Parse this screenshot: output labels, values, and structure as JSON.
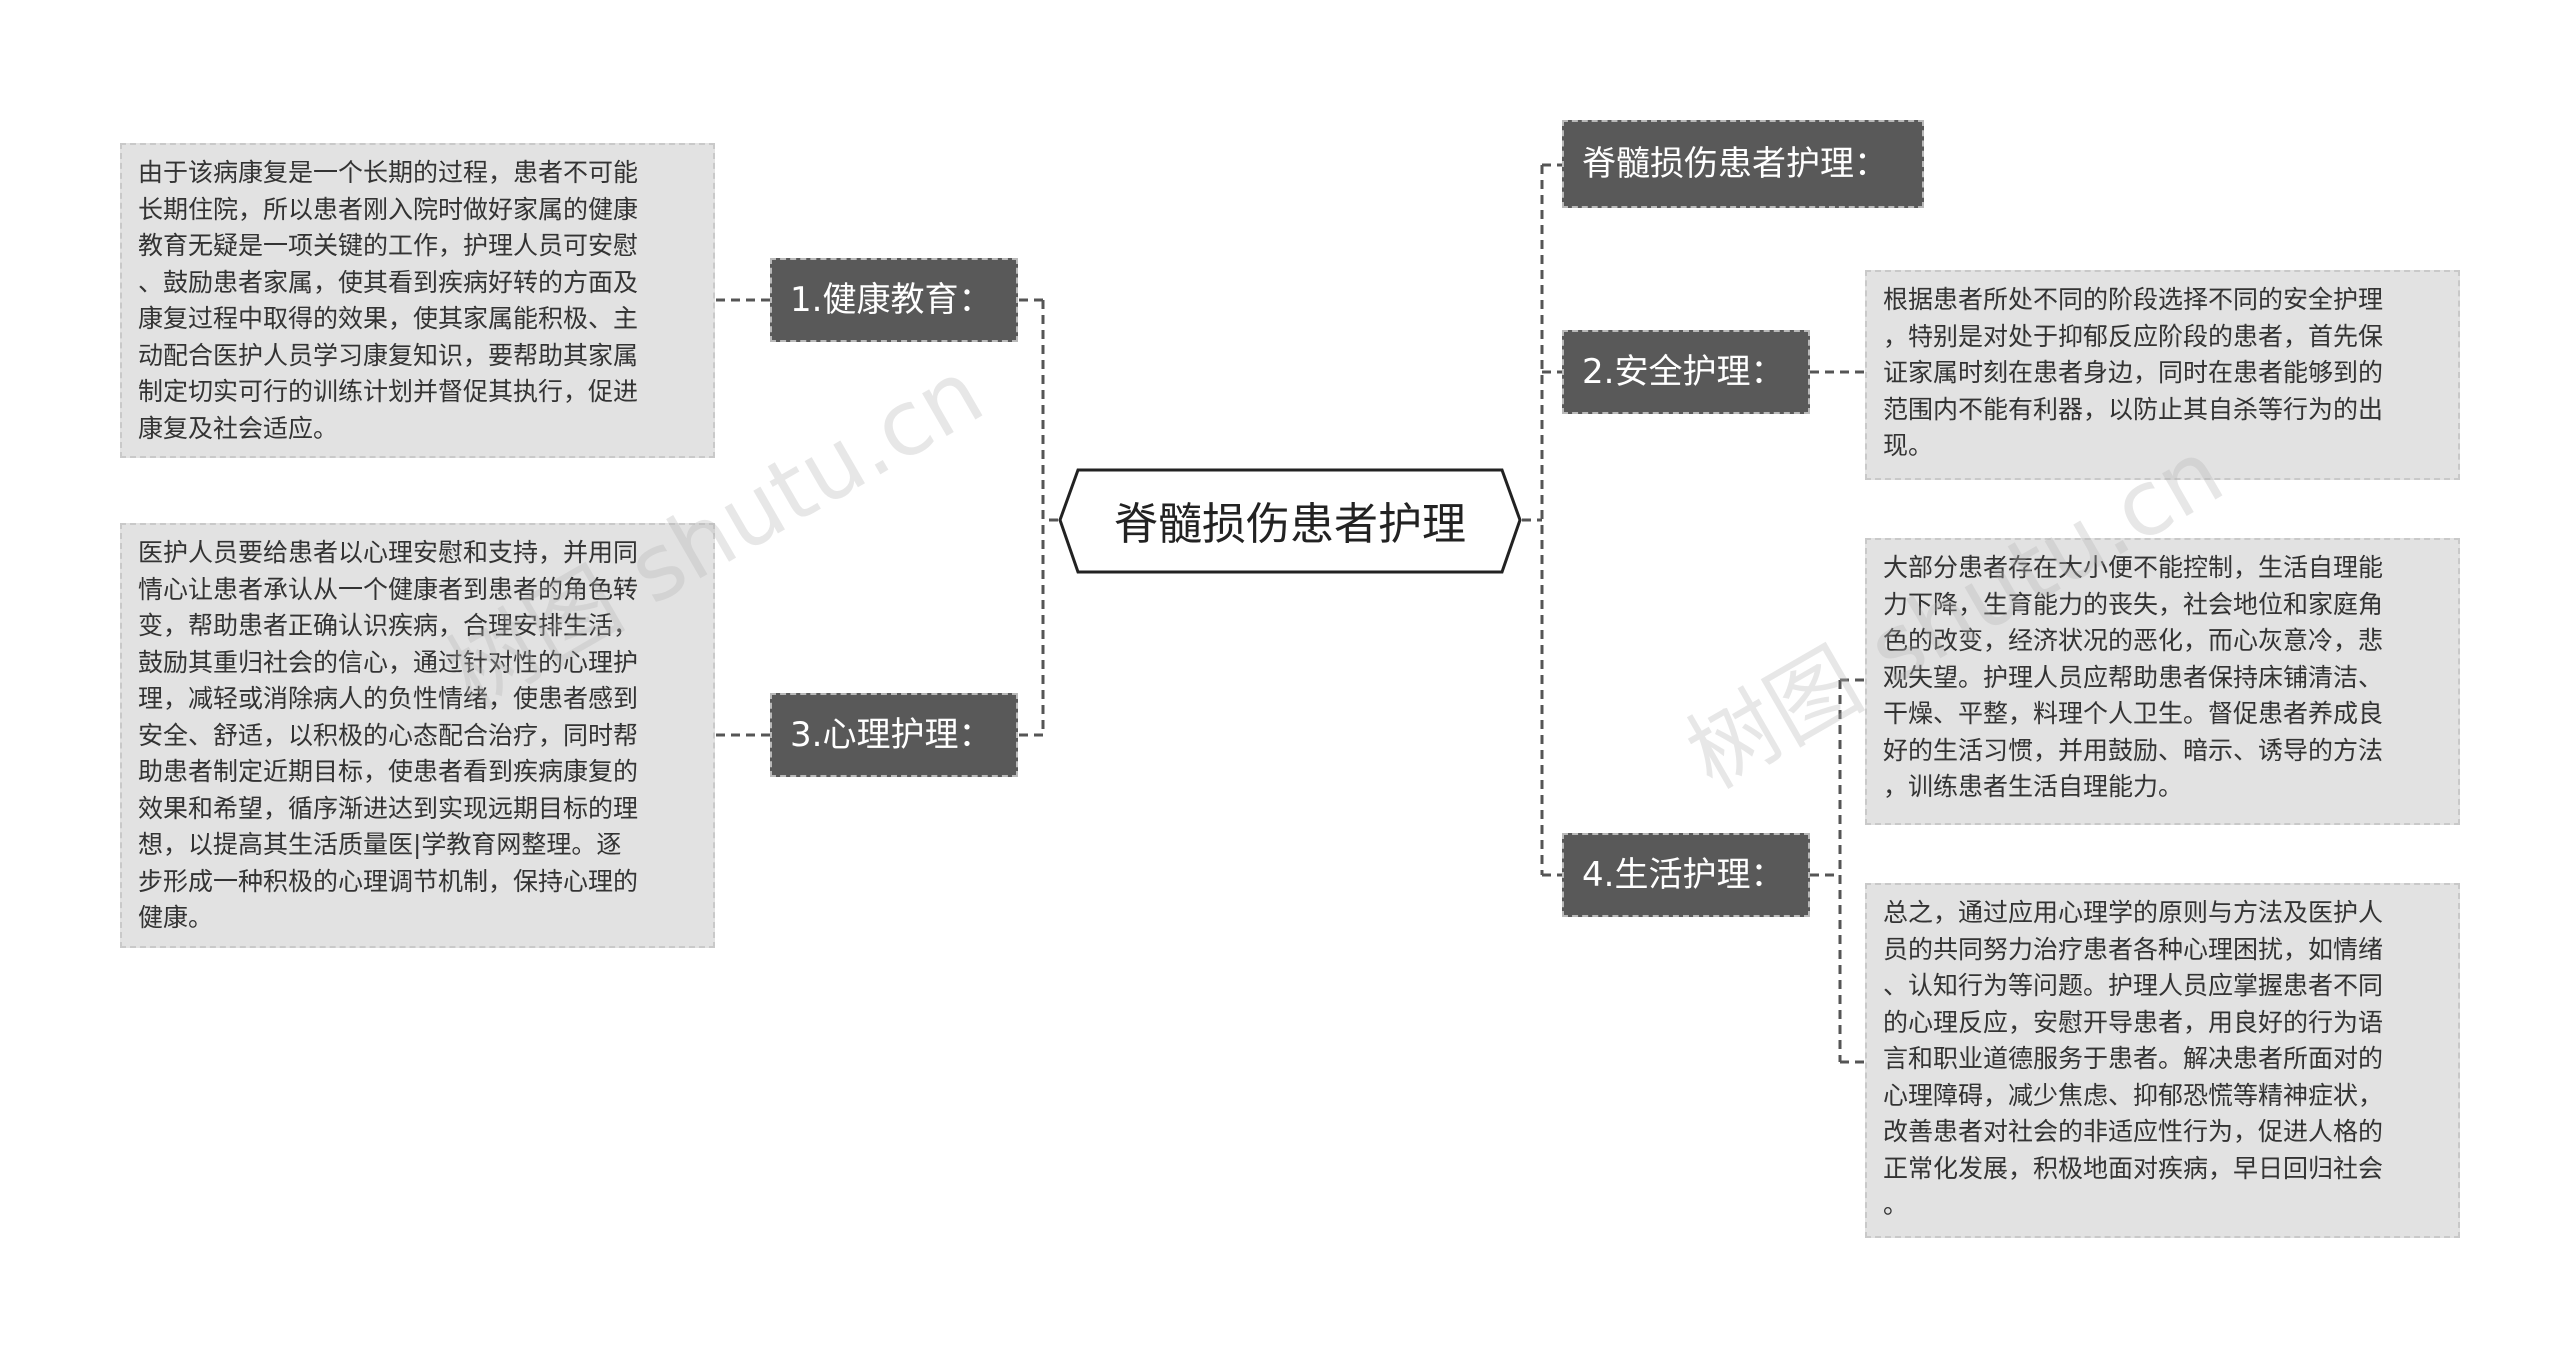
{
  "root": {
    "title": "脊髓损伤患者护理"
  },
  "branches": {
    "health_education": {
      "label": "1.健康教育：",
      "detail": "由于该病康复是一个长期的过程，患者不可能\n长期住院，所以患者刚入院时做好家属的健康\n教育无疑是一项关键的工作，护理人员可安慰\n、鼓励患者家属，使其看到疾病好转的方面及\n康复过程中取得的效果，使其家属能积极、主\n动配合医护人员学习康复知识，要帮助其家属\n制定切实可行的训练计划并督促其执行，促进\n康复及社会适应。"
    },
    "psychological_care": {
      "label": "3.心理护理：",
      "detail": "医护人员要给患者以心理安慰和支持，并用同\n情心让患者承认从一个健康者到患者的角色转\n变，帮助患者正确认识疾病，合理安排生活，\n鼓励其重归社会的信心，通过针对性的心理护\n理，减轻或消除病人的负性情绪，使患者感到\n安全、舒适，以积极的心态配合治疗，同时帮\n助患者制定近期目标，使患者看到疾病康复的\n效果和希望，循序渐进达到实现远期目标的理\n想，以提高其生活质量医|学教育网整理。逐\n步形成一种积极的心理调节机制，保持心理的\n健康。"
    },
    "nursing_title": {
      "label": "脊髓损伤患者护理："
    },
    "safety_care": {
      "label": "2.安全护理：",
      "detail": "根据患者所处不同的阶段选择不同的安全护理\n，特别是对处于抑郁反应阶段的患者，首先保\n证家属时刻在患者身边，同时在患者能够到的\n范围内不能有利器，以防止其自杀等行为的出\n现。"
    },
    "life_care": {
      "label": "4.生活护理：",
      "detail_1": "大部分患者存在大小便不能控制，生活自理能\n力下降，生育能力的丧失，社会地位和家庭角\n色的改变，经济状况的恶化，而心灰意冷，悲\n观失望。护理人员应帮助患者保持床铺清洁、\n干燥、平整，料理个人卫生。督促患者养成良\n好的生活习惯，并用鼓励、暗示、诱导的方法\n，训练患者生活自理能力。",
      "detail_2": "总之，通过应用心理学的原则与方法及医护人\n员的共同努力治疗患者各种心理困扰，如情绪\n、认知行为等问题。护理人员应掌握患者不同\n的心理反应，安慰开导患者，用良好的行为语\n言和职业道德服务于患者。解决患者所面对的\n心理障碍，减少焦虑、抑郁恐慌等精神症状，\n改善患者对社会的非适应性行为，促进人格的\n正常化发展，积极地面对疾病，早日回归社会\n。"
    }
  },
  "watermarks": [
    "树图 shutu.cn",
    "树图 shutu.cn"
  ],
  "colors": {
    "branch_bg": "#595959",
    "leaf_bg": "#e2e2e2",
    "connector": "#555555"
  }
}
